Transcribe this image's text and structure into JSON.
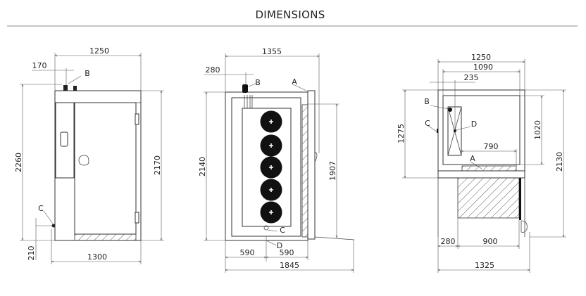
{
  "title": "DIMENSIONS",
  "front_view": {
    "width_top": "1250",
    "offset_b": "170",
    "height_total": "2260",
    "height_body": "2170",
    "width_bottom": "1300",
    "height_c": "210",
    "label_b": "B",
    "label_c": "C"
  },
  "side_view": {
    "width_top": "1355",
    "offset_b": "280",
    "height": "2140",
    "door_height": "1907",
    "left_offset": "590",
    "right_offset": "590",
    "width_total": "1845",
    "label_a": "A",
    "label_b": "B",
    "label_c": "C",
    "label_d": "D"
  },
  "top_view": {
    "width_outer": "1250",
    "width_inner": "1090",
    "offset_b": "235",
    "depth_upper": "1275",
    "depth_inner": "1020",
    "depth_total": "2130",
    "evap_width": "790",
    "door_offset": "280",
    "door_width": "900",
    "width_total": "1325",
    "label_a": "A",
    "label_b": "B",
    "label_c": "C",
    "label_d": "D"
  }
}
